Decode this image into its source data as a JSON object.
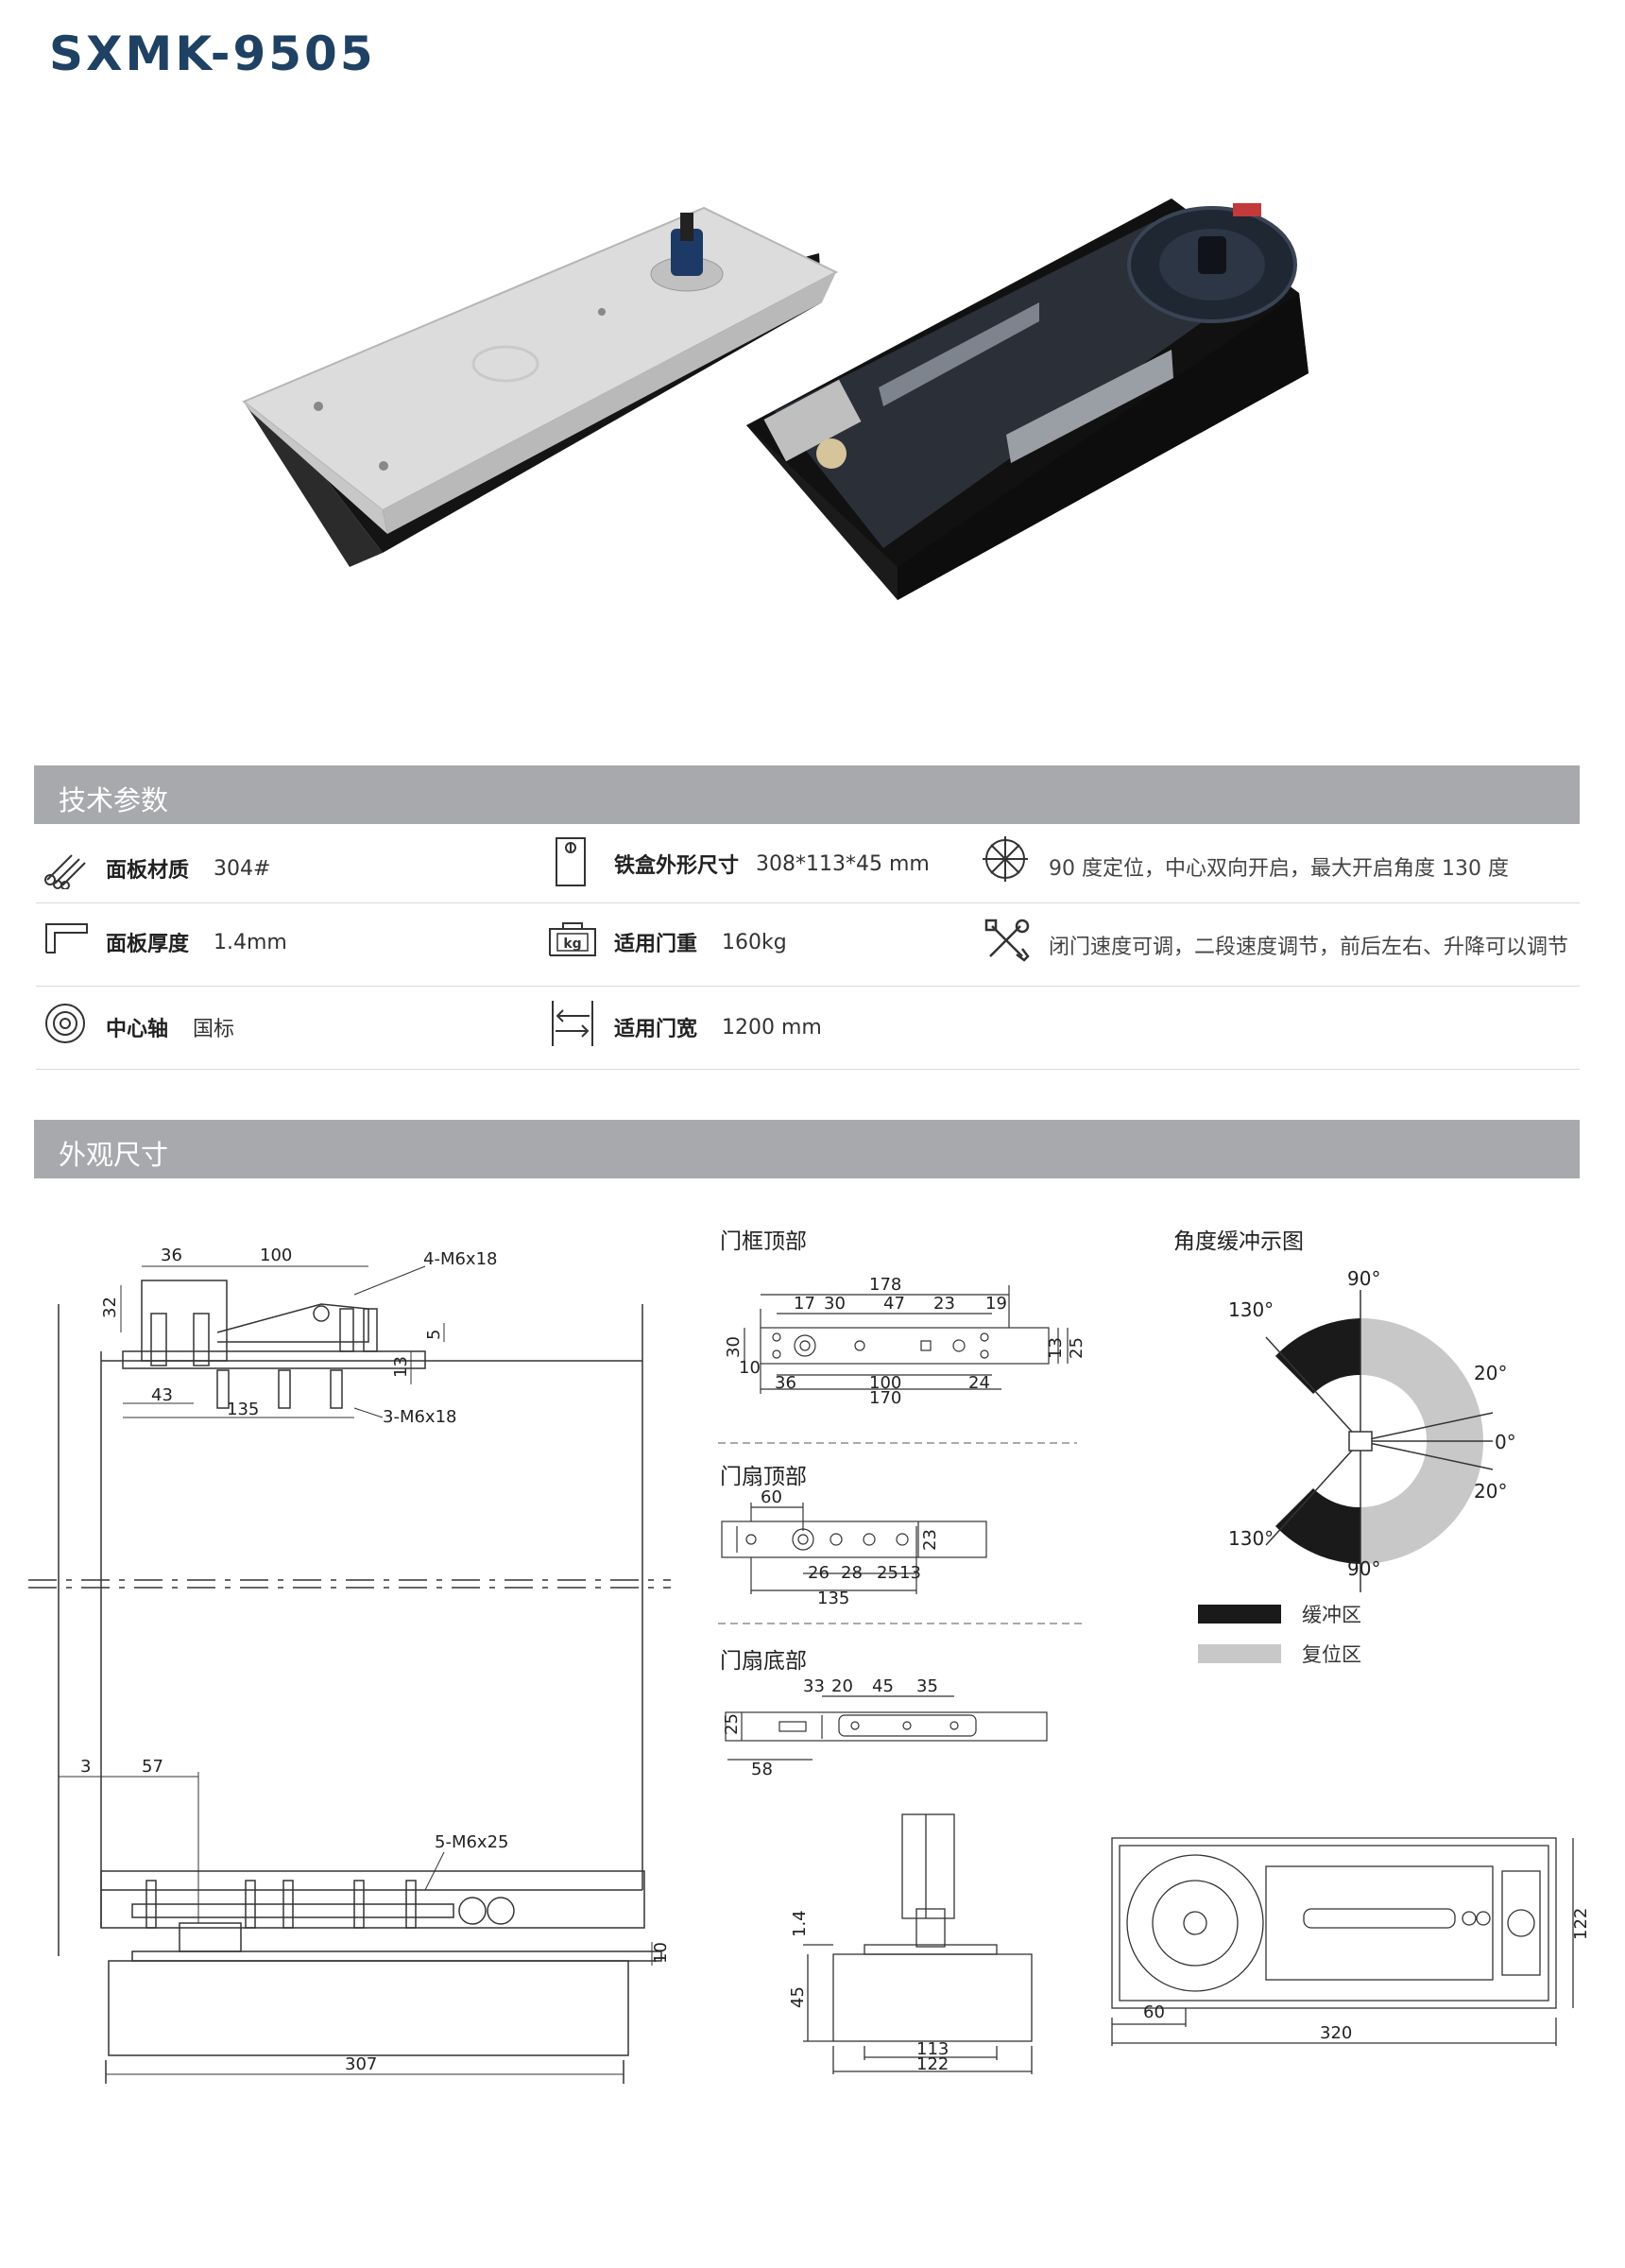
{
  "title": "SXMK-9505",
  "sections": {
    "tech": "技术参数",
    "dims": "外观尺寸"
  },
  "specs": [
    {
      "label": "面板材质",
      "value": "304#",
      "icon": "rods-icon"
    },
    {
      "label": "铁盒外形尺寸",
      "value": "308*113*45 mm",
      "icon": "box-icon"
    },
    {
      "text": "90 度定位，中心双向开启，最大开启角度 130 度",
      "icon": "compass-icon"
    },
    {
      "label": "面板厚度",
      "value": "1.4mm",
      "icon": "angle-profile-icon"
    },
    {
      "label": "适用门重",
      "value": "160kg",
      "icon": "weight-kg-icon"
    },
    {
      "text": "闭门速度可调，二段速度调节，前后左右、升降可以调节",
      "icon": "tools-icon"
    },
    {
      "label": "中心轴",
      "value": "国标",
      "icon": "target-icon"
    },
    {
      "label": "适用门宽",
      "value": "1200 mm",
      "icon": "arrows-icon"
    }
  ],
  "weight_icon_text": "kg",
  "diagram_titles": {
    "frame_top": "门框顶部",
    "leaf_top": "门扇顶部",
    "leaf_bottom": "门扇底部",
    "angle": "角度缓冲示图"
  },
  "legend": {
    "buffer": "缓冲区",
    "reset": "复位区",
    "buffer_color": "#1a1a1a",
    "reset_color": "#c8c8c8"
  },
  "main_drawing": {
    "d36": "36",
    "d100": "100",
    "d32": "32",
    "d5": "5",
    "d13": "13",
    "d43": "43",
    "d135": "135",
    "screw_top": "4-M6x18",
    "screw_mid": "3-M6x18",
    "d3": "3",
    "d57": "57",
    "screw_bot": "5-M6x25",
    "d10": "10",
    "d307": "307"
  },
  "frame_top": {
    "d178": "178",
    "d17": "17",
    "d30": "30",
    "d47": "47",
    "d23": "23",
    "d19": "19",
    "d30v": "30",
    "d10": "10",
    "d36": "36",
    "d100": "100",
    "d24": "24",
    "d170": "170",
    "d13": "13",
    "d25": "25"
  },
  "leaf_top": {
    "d60": "60",
    "d26": "26",
    "d28": "28",
    "d25": "25",
    "d13": "13",
    "d135": "135",
    "d23": "23"
  },
  "leaf_bottom": {
    "d33": "33",
    "d20": "20",
    "d45": "45",
    "d35": "35",
    "d25": "25",
    "d58": "58"
  },
  "angle": {
    "a90top": "90°",
    "a130top": "130°",
    "a20top": "20°",
    "a0": "0°",
    "a20bot": "20°",
    "a130bot": "130°",
    "a90bot": "90°"
  },
  "side_view": {
    "d1_4": "1.4",
    "d45": "45",
    "d113": "113",
    "d122": "122"
  },
  "top_view": {
    "d60": "60",
    "d320": "320",
    "d122": "122"
  }
}
